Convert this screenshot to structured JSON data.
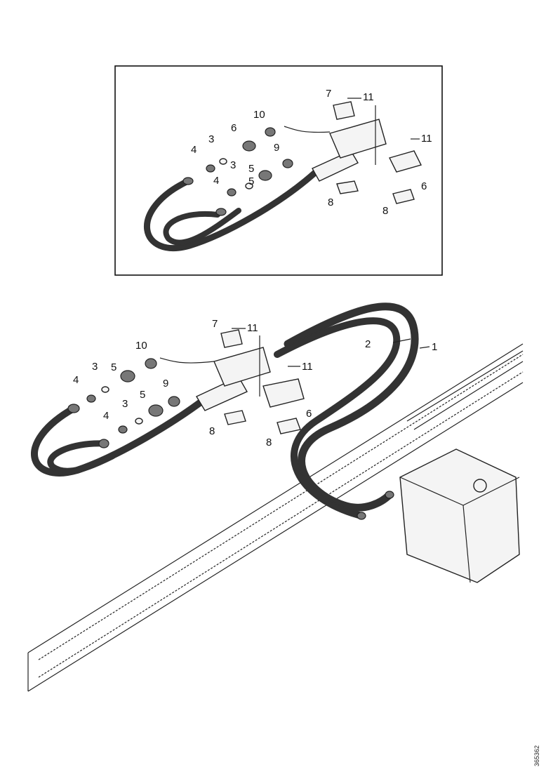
{
  "detail_labels": {
    "l1": "7",
    "l2": "11",
    "l3": "10",
    "l4": "11",
    "l5": "6",
    "l6": "3",
    "l7": "5",
    "l8": "9",
    "l9": "4",
    "l10": "3",
    "l11": "5",
    "l12": "4",
    "l13": "6",
    "l14": "8",
    "l15": "8"
  },
  "main_labels": {
    "m1": "7",
    "m2": "11",
    "m3": "10",
    "m4": "2",
    "m5": "1",
    "m6": "11",
    "m7": "3",
    "m8": "5",
    "m9": "4",
    "m10": "9",
    "m11": "6",
    "m12": "3",
    "m13": "5",
    "m14": "4",
    "m15": "8",
    "m16": "8"
  },
  "document_id": "365362"
}
